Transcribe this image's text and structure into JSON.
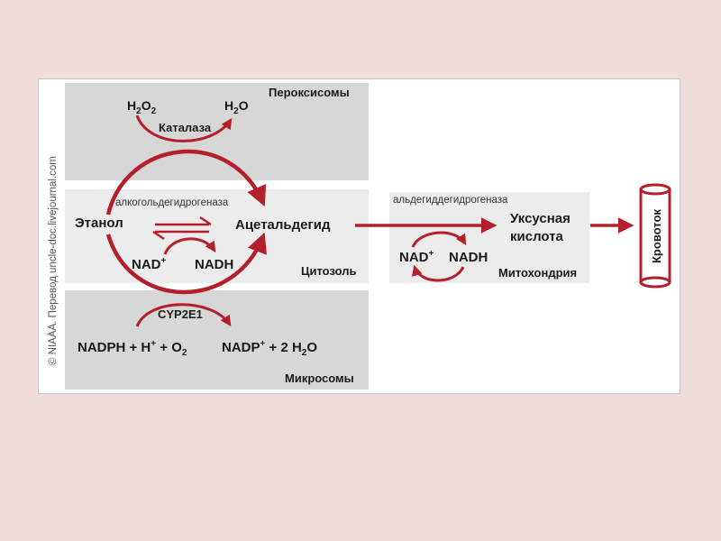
{
  "credit": "© NIAAA. Перевод uncle-doc.livejournal.com",
  "colors": {
    "arrow": "#b3202c",
    "gray_box": "#d7d7d7",
    "light_box": "#ececec",
    "background": "#f1dcdc"
  },
  "peroxisome": {
    "title": "Пероксисомы",
    "h2o2_base": "H",
    "h2o2_sub1": "2",
    "h2o2_mid": "O",
    "h2o2_sub2": "2",
    "h2o_a": "H",
    "h2o_sub": "2",
    "h2o_b": "O",
    "enzyme": "Каталаза"
  },
  "cytosol": {
    "title": "Цитозоль",
    "enzyme": "алкогольдегидрогеназа",
    "ethanol": "Этанол",
    "acetaldehyde": "Ацетальдегид",
    "nad_base": "NAD",
    "nad_sup": "+",
    "nadh": "NADH"
  },
  "mitochondria": {
    "title": "Митохондрия",
    "enzyme": "альдегиддегидрогеназа",
    "acetic_line1": "Уксусная",
    "acetic_line2": "кислота",
    "nad_base": "NAD",
    "nad_sup": "+",
    "nadh": "NADH"
  },
  "microsome": {
    "title": "Микросомы",
    "enzyme": "CYP2E1",
    "left_a": "NADPH + H",
    "left_sup": "+",
    "left_b": " + O",
    "left_sub": "2",
    "right_a": "NADP",
    "right_sup": "+",
    "right_b": " + 2 H",
    "right_sub": "2",
    "right_c": "O"
  },
  "blood": {
    "label": "Кровоток"
  }
}
